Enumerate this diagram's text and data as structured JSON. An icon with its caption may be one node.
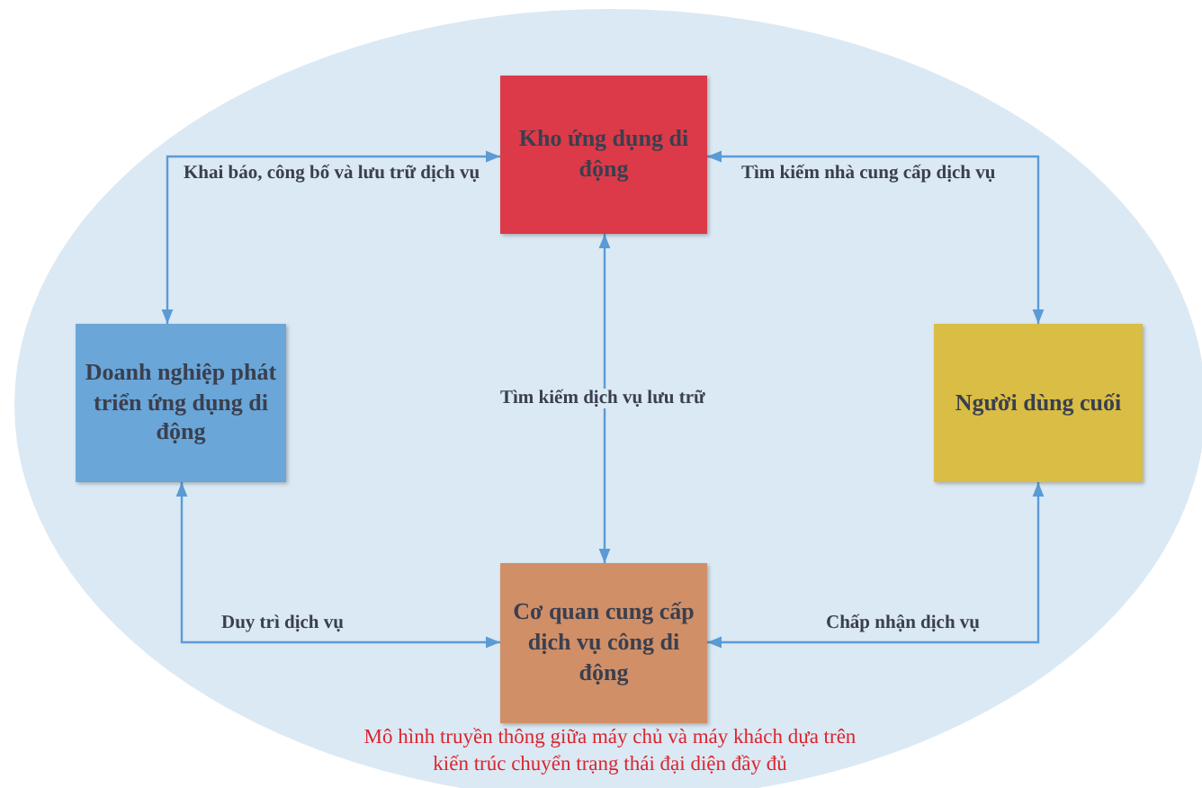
{
  "diagram": {
    "nodes": [
      {
        "text": [
          "Mô hình truyền thông giữa máy chủ và máy khách dựa trên kiến trúc chuyển trạng thái đại diện đầy đủ"
        ]
      },
      {
        "text": [
          "Kho ứng dụng di động"
        ],
        "in": 0
      },
      {
        "text": [
          "Doanh nghiệp phát triển ứng dụng di động"
        ],
        "in": 0
      },
      {
        "text": [
          "Người dùng cuối"
        ],
        "in": 0
      },
      {
        "text": [
          "Cơ quan cung cấp dịch vụ công di động"
        ],
        "in": 0
      }
    ],
    "edges": [
      {
        "from": 2,
        "to": 1,
        "arrow": "both",
        "label": "Khai báo, công bố và lưu trữ dịch vụ"
      },
      {
        "from": 3,
        "to": 1,
        "arrow": "both",
        "label": "Tìm kiếm nhà cung cấp dịch vụ"
      },
      {
        "from": 1,
        "to": 4,
        "arrow": "both",
        "label": "Tìm kiếm dịch vụ lưu trữ"
      },
      {
        "from": 2,
        "to": 4,
        "arrow": "both",
        "label": "Duy trì dịch vụ"
      },
      {
        "from": 3,
        "to": 4,
        "arrow": "both",
        "label": "Chấp nhận dịch vụ"
      }
    ]
  }
}
